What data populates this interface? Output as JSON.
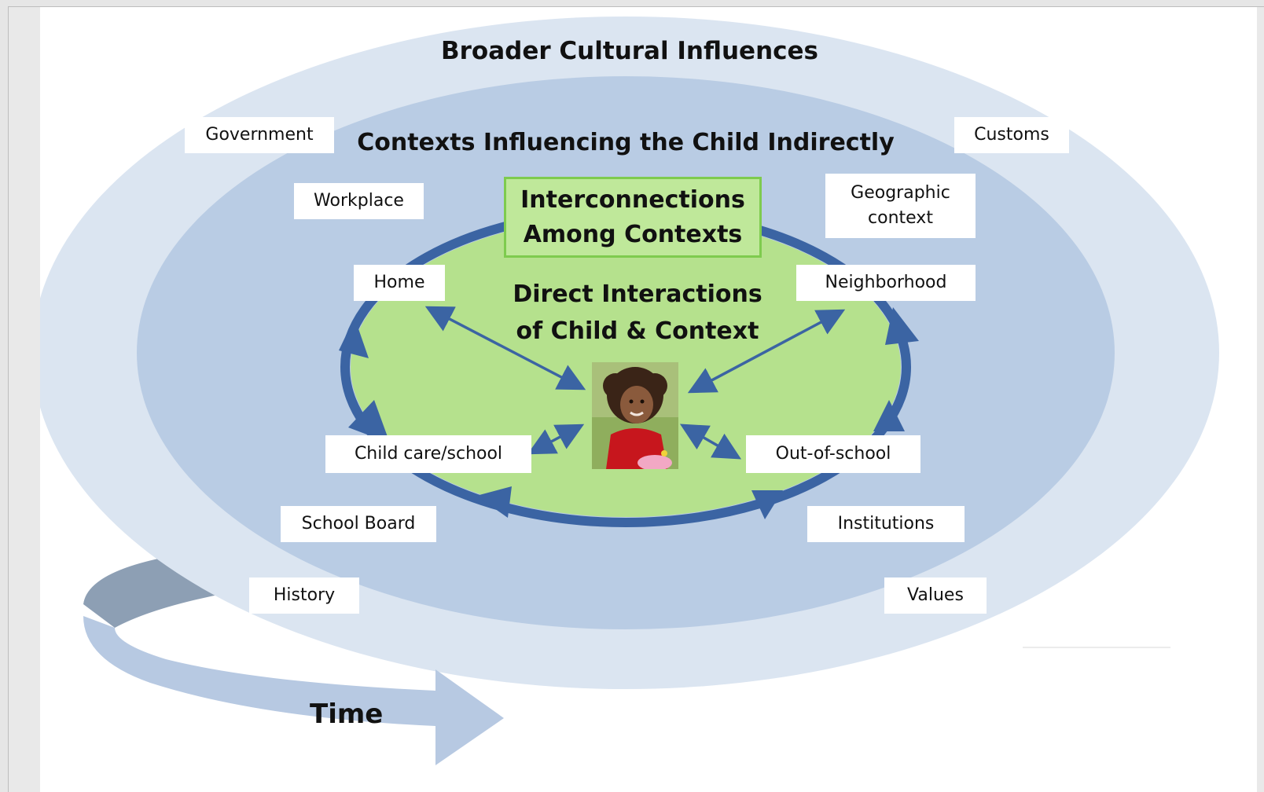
{
  "outer_title": "Broader Cultural Influences",
  "middle_title": "Contexts Influencing the Child Indirectly",
  "interconnections": "Interconnections Among Contexts",
  "direct_title": "Direct Interactions of Child & Context",
  "time_label": "Time",
  "labels": {
    "government": "Government",
    "customs": "Customs",
    "workplace": "Workplace",
    "geographic": "Geographic context",
    "home": "Home",
    "neighborhood": "Neighborhood",
    "childcare": "Child care/school",
    "out_of_school": "Out-of-school",
    "school_board": "School Board",
    "institutions": "Institutions",
    "history": "History",
    "values": "Values"
  },
  "colors": {
    "outer_ellipse": "#dbe5f1",
    "middle_ellipse": "#b9cce4",
    "inner_ellipse": "#b5e18d",
    "ring_arrows": "#3b64a3",
    "time_arrow": "#b7c9e2",
    "time_arrow_shadow": "#8d9fb4"
  }
}
